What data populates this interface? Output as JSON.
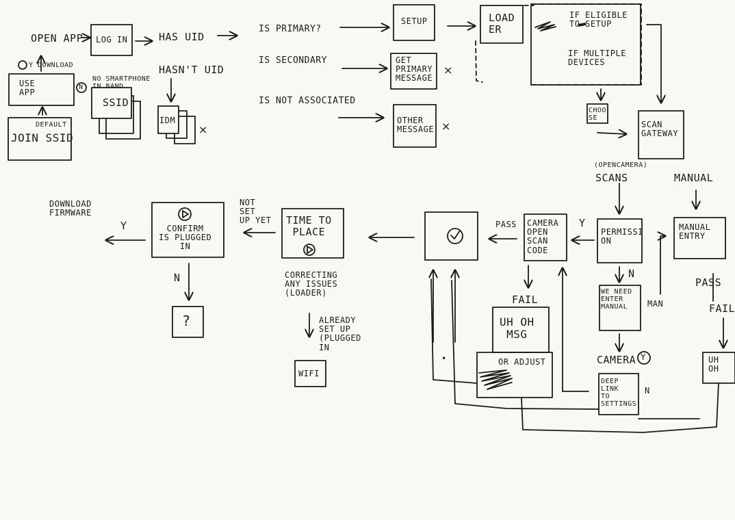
{
  "colors": {
    "paper": "#f9f8f3",
    "ink": "#1a1a1a"
  },
  "left_flow": {
    "open_app": "OPEN APP",
    "log_in": "LOG IN",
    "has_uid": "HAS UID",
    "hasnt_uid": "HASN'T UID",
    "y_download": "Y DOWNLOAD",
    "use_app": "USE\nAPP",
    "n_marker": "N",
    "no_smartphone": "NO SMARTPHONE\nIN BAND",
    "ssid": "SSID",
    "default": "DEFAULT",
    "join_ssid": "JOIN SSID",
    "idm": "IDM",
    "x_mark": "×"
  },
  "role_branches": {
    "is_primary": "IS PRIMARY?",
    "is_secondary": "IS SECONDARY",
    "is_not_associated": "IS NOT ASSOCIATED",
    "setup": "SETUP",
    "get_primary_message": "GET\nPRIMARY\nMESSAGE",
    "other_message": "OTHER\nMESSAGE",
    "loader": "LOAD\nER",
    "if_eligible": "IF ELIGIBLE\nTO SETUP",
    "if_multiple": "IF MULTIPLE\nDEVICES",
    "choose": "CHOO\nSE",
    "scan_gateway": "SCAN\nGATEWAY"
  },
  "scan_flow": {
    "open_camera": "(OPENCAMERA)",
    "scans": "SCANS",
    "manual": "MANUAL",
    "permission": "PERMISSI\nON",
    "manual_entry": "MANUAL\nENTRY",
    "y_marker": "Y",
    "n_marker": "N",
    "we_need": "WE NEED\nENTER\nMANUAL",
    "man": "MAN",
    "camera_y": "CAMERA",
    "deep_link": "DEEP\nLINK\nTO\nSETTINGS",
    "pass_right": "PASS",
    "fail_right": "FAIL",
    "uh_oh_right": "UH\nOH"
  },
  "verify_flow": {
    "camera_open": "CAMERA\nOPEN\nSCAN\nCODE",
    "pass": "PASS",
    "fail": "FAIL",
    "uh_oh_msg": "UH OH\nMSG",
    "or_adjust": "OR ADJUST",
    "dot": "•"
  },
  "placement": {
    "time_to_place": "TIME TO\nPLACE",
    "not_set_up_yet": "NOT\nSET\nUP YET",
    "correcting": "CORRECTING\nANY ISSUES\n(LOADER)",
    "already_set_up": "ALREADY\nSET UP\n(PLUGGED\nIN",
    "wifi": "WIFI",
    "confirm": "CONFIRM\nIS PLUGGED\nIN",
    "download_firmware": "DOWNLOAD\nFIRMWARE",
    "y_marker": "Y",
    "n_marker": "N",
    "question": "?"
  }
}
